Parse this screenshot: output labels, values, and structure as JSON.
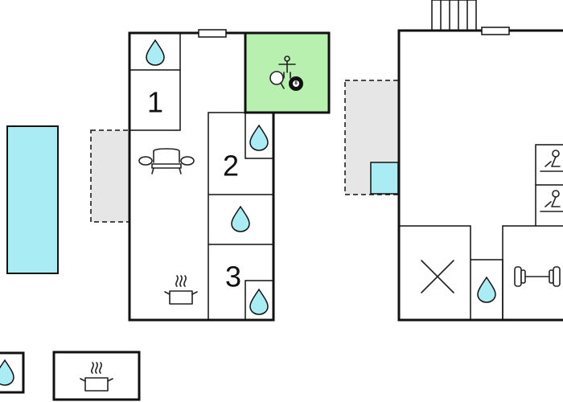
{
  "colors": {
    "wall": "#111111",
    "pool": "#a9ecf4",
    "water_drop": "#a9ecf4",
    "game_room": "#b8f0b0",
    "terrace": "#e6e6e6",
    "background": "#ffffff"
  },
  "rooms": [
    {
      "label": "1"
    },
    {
      "label": "2"
    },
    {
      "label": "3"
    }
  ],
  "icons": {
    "bathroom": "water-drop-icon",
    "living": "sofa-icon",
    "kitchen": "cooking-pot-icon",
    "game_room": "table-football-ping-pong-billiard-icon",
    "billiard_ball": "8",
    "sauna": "sauna-icon",
    "gym": "dumbbell-icon",
    "storage": "cross-icon"
  }
}
